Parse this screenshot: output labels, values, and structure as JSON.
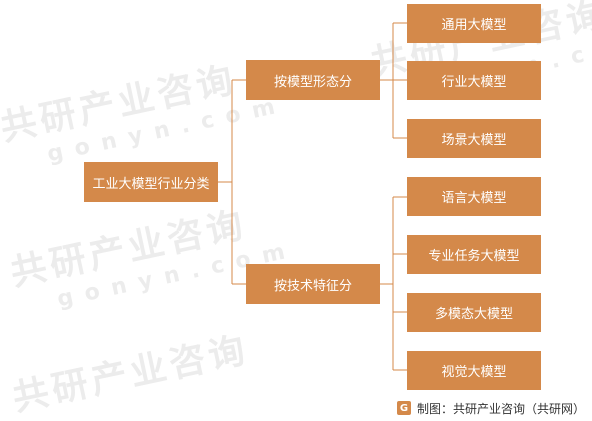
{
  "root": {
    "label": "工业大模型行业分类"
  },
  "branches": [
    {
      "label": "按模型形态分",
      "children": [
        "通用大模型",
        "行业大模型",
        "场景大模型"
      ]
    },
    {
      "label": "按技术特征分",
      "children": [
        "语言大模型",
        "专业任务大模型",
        "多模态大模型",
        "视觉大模型"
      ]
    }
  ],
  "footer": {
    "logo_letter": "G",
    "text": "制图：共研产业咨询（共研网）"
  },
  "watermark": {
    "text": "共研产业咨询",
    "url_text": "gonyn.com"
  },
  "colors": {
    "box": "#d4894a",
    "line": "#d4894a"
  }
}
